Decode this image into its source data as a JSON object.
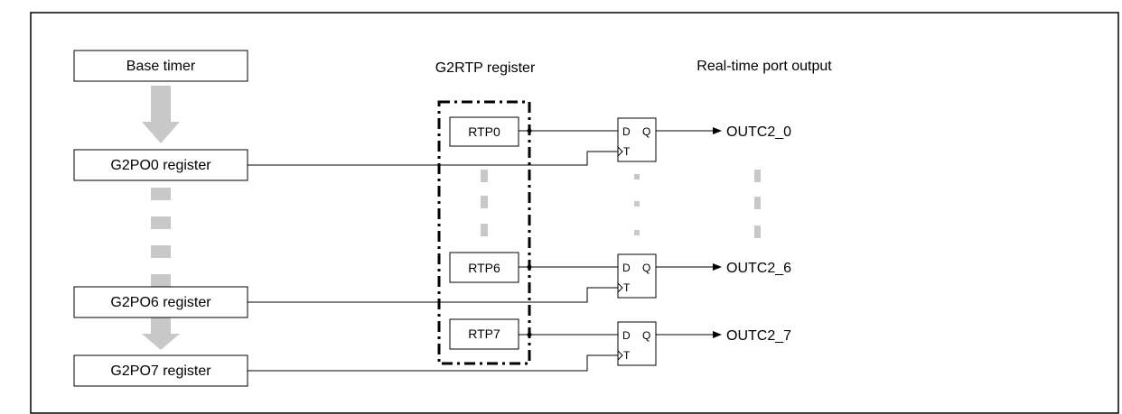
{
  "timing_blocks": {
    "base_timer": "Base timer",
    "g2po0": "G2PO0 register",
    "g2po6": "G2PO6 register",
    "g2po7": "G2PO7 register"
  },
  "headings": {
    "g2rtp_register": "G2RTP register",
    "realtime_port_output": "Real-time port output"
  },
  "rtp_registers": {
    "rtp0": "RTP0",
    "rtp6": "RTP6",
    "rtp7": "RTP7"
  },
  "flip_flop": {
    "d_label": "D",
    "q_label": "Q",
    "t_label": "T"
  },
  "outputs": {
    "outc2_0": "OUTC2_0",
    "outc2_6": "OUTC2_6",
    "outc2_7": "OUTC2_7"
  },
  "colors": {
    "stroke": "#000000",
    "gray_arrow": "#c8c8c8",
    "gray_dot": "#c8c8c8"
  }
}
